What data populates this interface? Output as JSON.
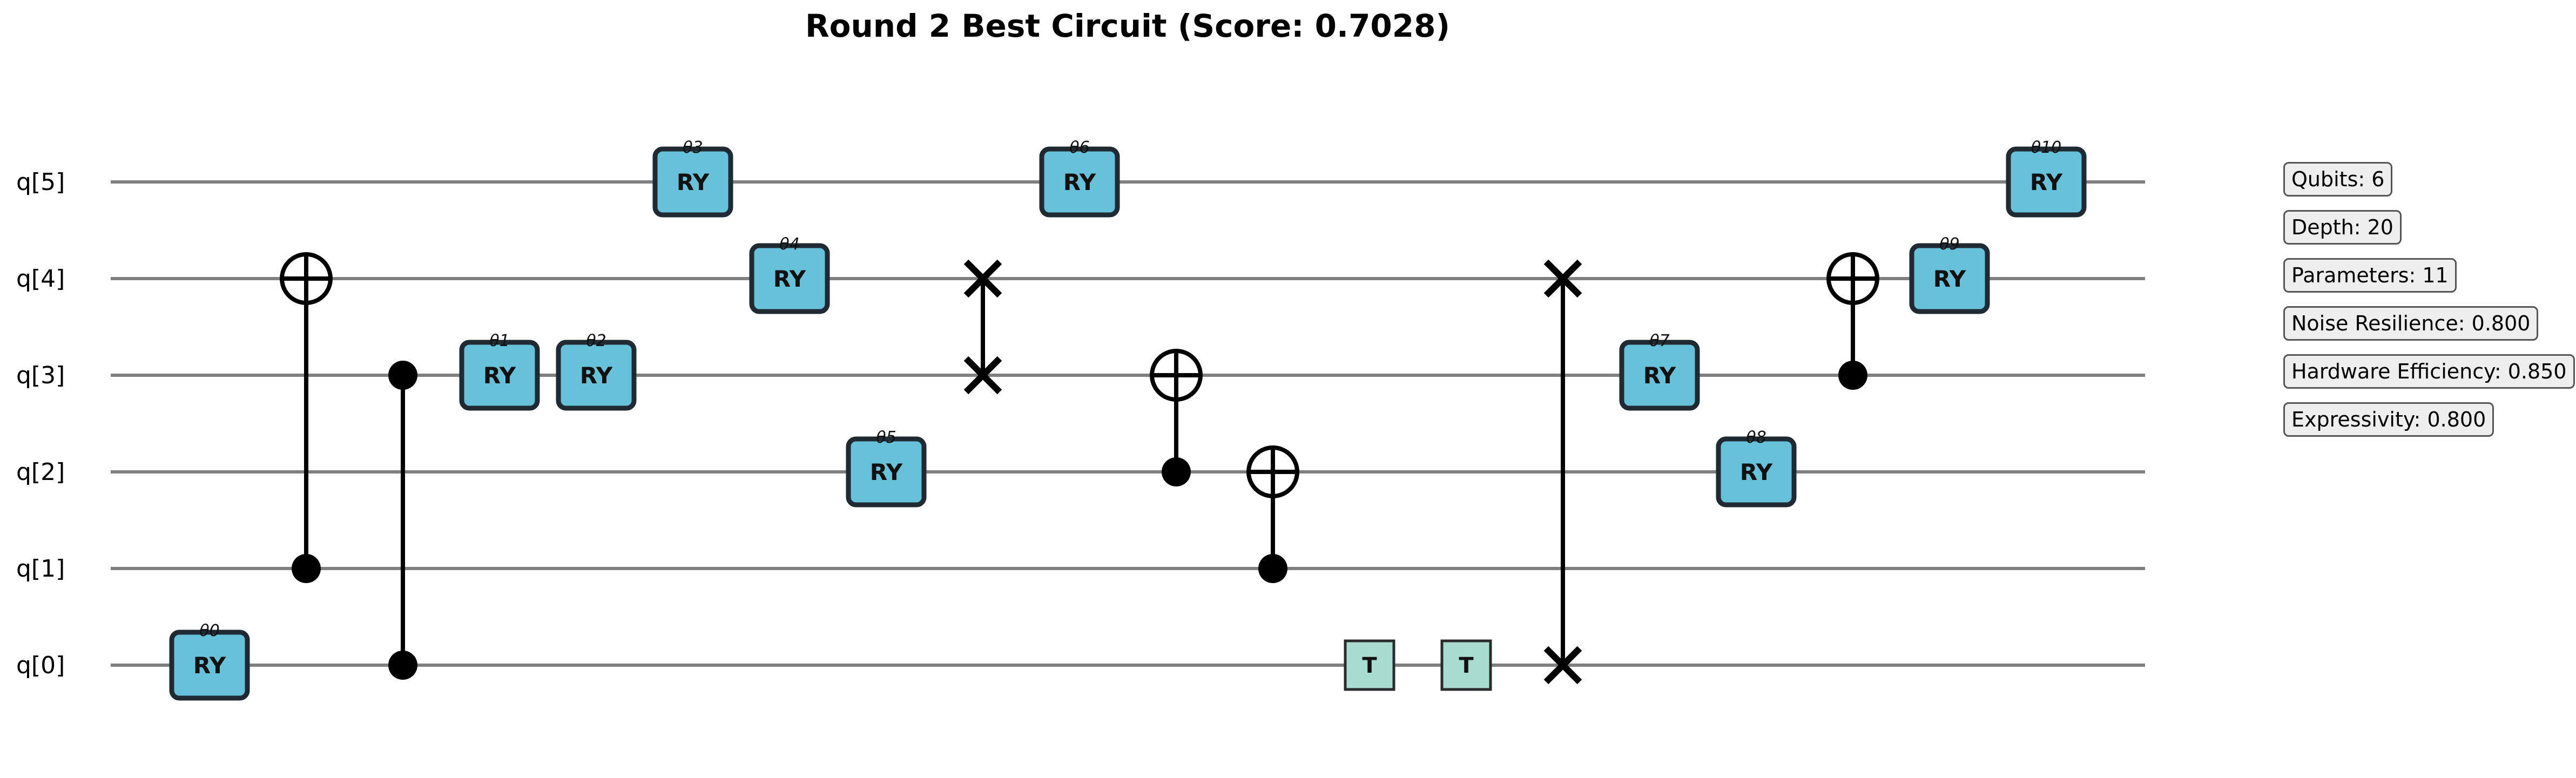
{
  "title": "Round 2 Best Circuit (Score: 0.7028)",
  "qubits": [
    "q[5]",
    "q[4]",
    "q[3]",
    "q[2]",
    "q[1]",
    "q[0]"
  ],
  "gates": [
    {
      "type": "RY",
      "label": "RY",
      "param": "θ0",
      "qubit": 0,
      "step": 0
    },
    {
      "type": "CNOT",
      "control": 1,
      "target": 4,
      "step": 1
    },
    {
      "type": "CZ",
      "qubits": [
        3,
        0
      ],
      "step": 2
    },
    {
      "type": "RY",
      "label": "RY",
      "param": "θ1",
      "qubit": 3,
      "step": 3
    },
    {
      "type": "RY",
      "label": "RY",
      "param": "θ2",
      "qubit": 3,
      "step": 4
    },
    {
      "type": "RY",
      "label": "RY",
      "param": "θ3",
      "qubit": 5,
      "step": 5
    },
    {
      "type": "RY",
      "label": "RY",
      "param": "θ4",
      "qubit": 4,
      "step": 6
    },
    {
      "type": "RY",
      "label": "RY",
      "param": "θ5",
      "qubit": 2,
      "step": 7
    },
    {
      "type": "SWAP",
      "qubits": [
        4,
        3
      ],
      "step": 8
    },
    {
      "type": "RY",
      "label": "RY",
      "param": "θ6",
      "qubit": 5,
      "step": 9
    },
    {
      "type": "CNOT",
      "control": 2,
      "target": 3,
      "step": 10
    },
    {
      "type": "CNOT",
      "control": 1,
      "target": 2,
      "step": 11
    },
    {
      "type": "T",
      "label": "T",
      "qubit": 0,
      "step": 12
    },
    {
      "type": "T",
      "label": "T",
      "qubit": 0,
      "step": 13
    },
    {
      "type": "SWAP",
      "qubits": [
        4,
        0
      ],
      "step": 14
    },
    {
      "type": "RY",
      "label": "RY",
      "param": "θ7",
      "qubit": 3,
      "step": 15
    },
    {
      "type": "RY",
      "label": "RY",
      "param": "θ8",
      "qubit": 2,
      "step": 16
    },
    {
      "type": "CNOT",
      "control": 3,
      "target": 4,
      "step": 17
    },
    {
      "type": "RY",
      "label": "RY",
      "param": "θ9",
      "qubit": 4,
      "step": 18
    },
    {
      "type": "RY",
      "label": "RY",
      "param": "θ10",
      "qubit": 5,
      "step": 19
    }
  ],
  "metrics": [
    {
      "text": "Qubits: 6"
    },
    {
      "text": "Depth: 20"
    },
    {
      "text": "Parameters: 11"
    },
    {
      "text": "Noise Resilience: 0.800"
    },
    {
      "text": "Hardware Efficiency: 0.850"
    },
    {
      "text": "Expressivity: 0.800"
    }
  ],
  "colors": {
    "ry": "#67c1d8",
    "t": "#a8dcce",
    "wire": "#808080",
    "metric_bg": "#eeeeee"
  }
}
